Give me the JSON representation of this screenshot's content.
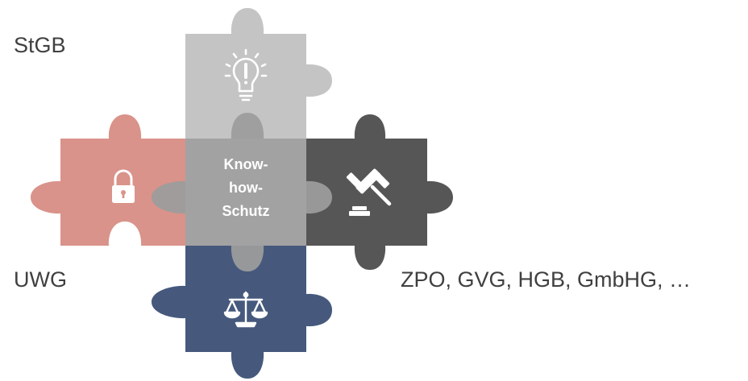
{
  "diagram": {
    "center_lines": [
      "Know-",
      "how-",
      "Schutz"
    ],
    "labels": {
      "top_left": "StGB",
      "bottom_left": "UWG",
      "bottom_right": "ZPO, GVG, HGB, GmbHG, …"
    },
    "pieces": [
      {
        "name": "top",
        "icon": "lightbulb-icon",
        "color": "#c4c4c4"
      },
      {
        "name": "left",
        "icon": "padlock-icon",
        "color": "#d9938a"
      },
      {
        "name": "right",
        "icon": "gavel-icon",
        "color": "#565656"
      },
      {
        "name": "bottom",
        "icon": "scales-icon",
        "color": "#46597d"
      },
      {
        "name": "center",
        "icon": "",
        "color": "#9c9c9c"
      }
    ],
    "text_colors": {
      "labels": "#404040",
      "center": "#ffffff"
    }
  }
}
